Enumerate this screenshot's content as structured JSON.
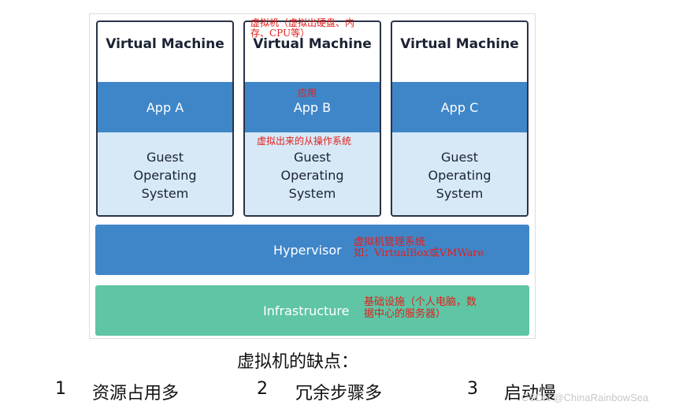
{
  "vms": [
    {
      "title": "Virtual Machine",
      "app": "App A",
      "os": [
        "Guest",
        "Operating",
        "System"
      ]
    },
    {
      "title": "Virtual Machine",
      "app": "App B",
      "os": [
        "Guest",
        "Operating",
        "System"
      ]
    },
    {
      "title": "Virtual Machine",
      "app": "App C",
      "os": [
        "Guest",
        "Operating",
        "System"
      ]
    }
  ],
  "hypervisor": "Hypervisor",
  "infrastructure": "Infrastructure",
  "notes": {
    "vm": [
      "虚拟机（虚拟出硬盘、内",
      "存、CPU等）"
    ],
    "app": "应用",
    "guest_os": "虚拟出来的从操作系统",
    "hypervisor": [
      "虚拟机管理系统",
      "如：VirtualBox或VMWare"
    ],
    "infrastructure": [
      "基础设施（个人电脑，数",
      "据中心的服务器）"
    ]
  },
  "caption_title": "虚拟机的缺点：",
  "drawbacks": [
    {
      "num": "1",
      "text": "资源占用多"
    },
    {
      "num": "2",
      "text": "冗余步骤多"
    },
    {
      "num": "3",
      "text": "启动慢"
    }
  ],
  "watermark": "CSDN @ChinaRainbowSea"
}
